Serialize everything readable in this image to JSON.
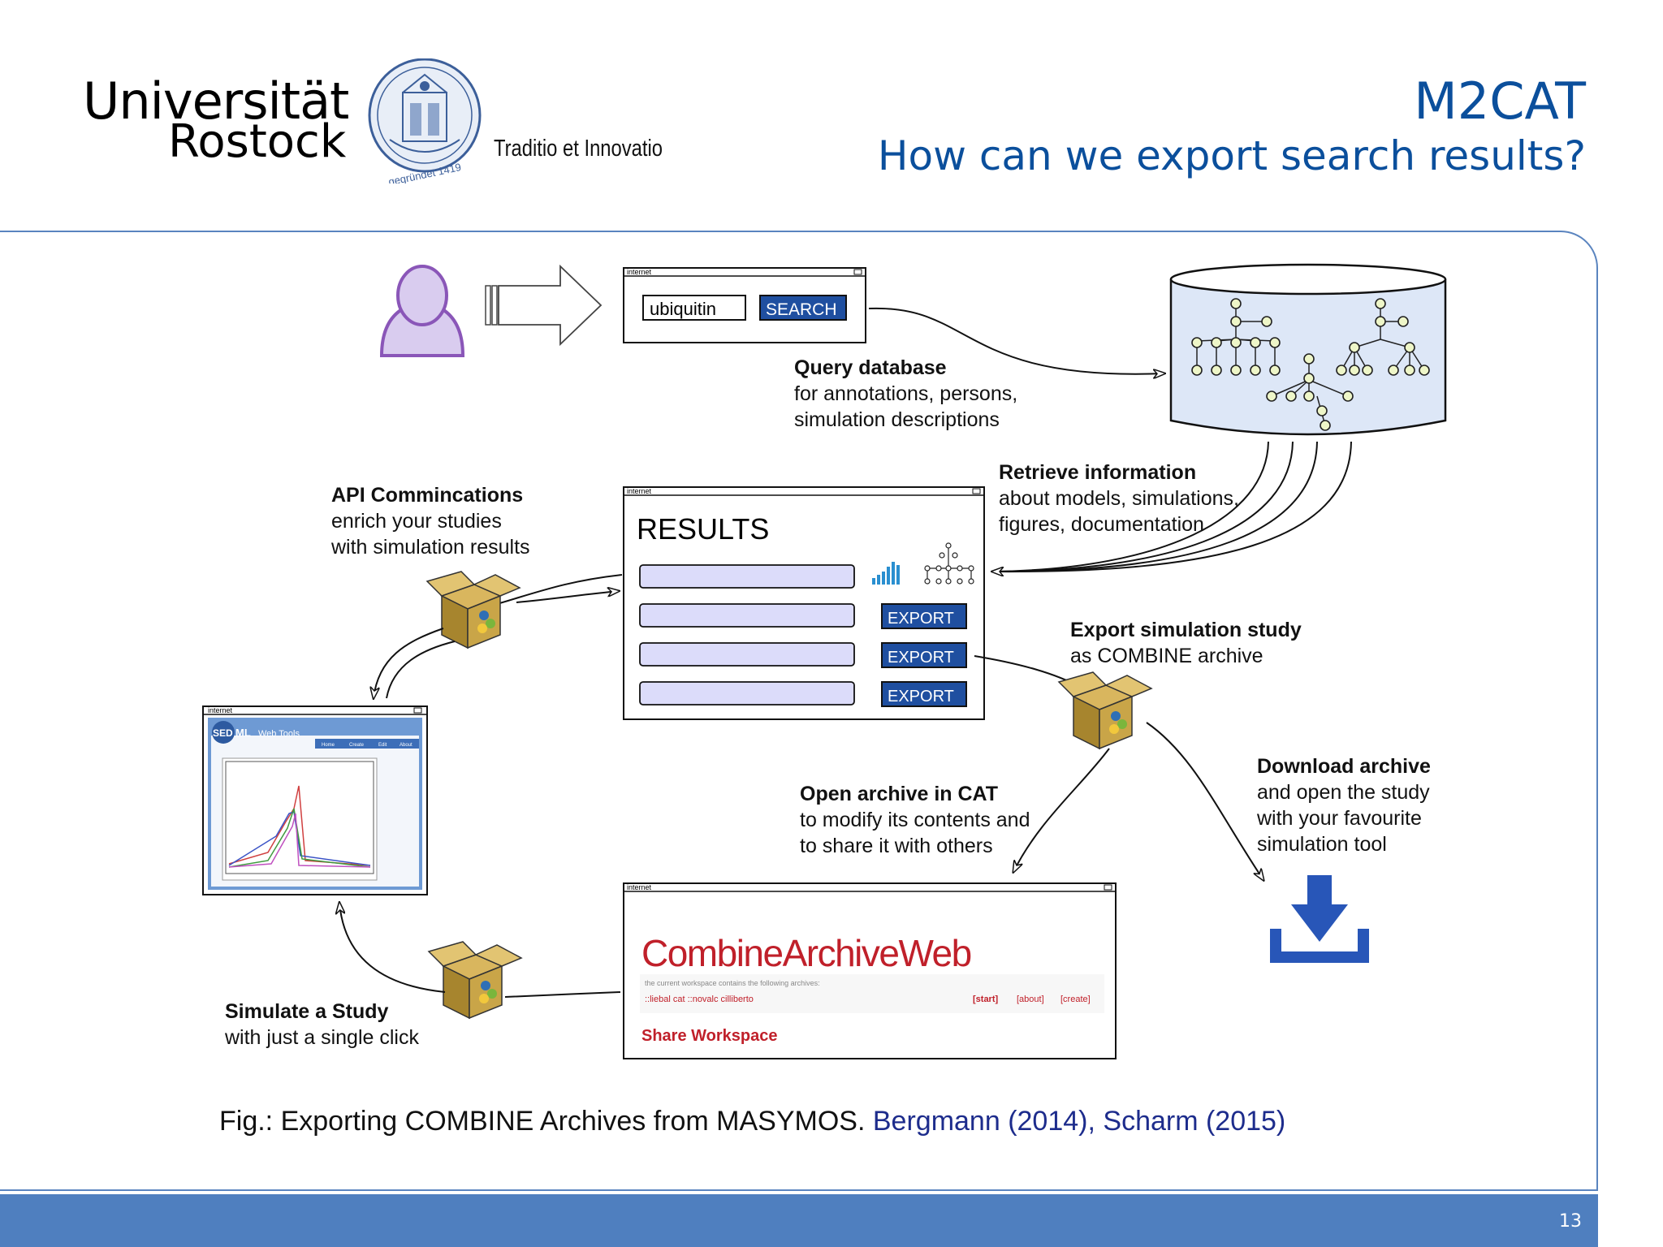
{
  "header": {
    "university_line1": "Universität",
    "university_line2": "Rostock",
    "motto": "Traditio et Innovatio",
    "seal_text": "gegründet 1419",
    "title": "M2CAT",
    "subtitle": "How can we export search results?"
  },
  "browser_label": "internet",
  "search": {
    "query": "ubiquitin",
    "button": "SEARCH"
  },
  "results": {
    "heading": "RESULTS",
    "export_buttons": [
      "EXPORT",
      "EXPORT",
      "EXPORT"
    ]
  },
  "sedml": {
    "logo_sed": "SED",
    "logo_ml": "ML",
    "logo_rest": "Web Tools",
    "nav": [
      "Home",
      "Create",
      "Edit",
      "About"
    ]
  },
  "cat": {
    "title": "CombineArchiveWeb",
    "info": "the current workspace contains the following archives:",
    "archives": "::liebal cat    ::novalc cilliberto",
    "links": [
      "[start]",
      "[about]",
      "[create]"
    ],
    "share": "Share Workspace"
  },
  "labels": {
    "query_title": "Query database",
    "query_l1": "for annotations, persons,",
    "query_l2": "simulation descriptions",
    "retrieve_title": "Retrieve information",
    "retrieve_l1": "about models, simulations,",
    "retrieve_l2": "figures, documentation",
    "api_title": "API Commincations",
    "api_l1": "enrich your studies",
    "api_l2": "with simulation results",
    "export_title": "Export simulation study",
    "export_l1": "as COMBINE archive",
    "download_title": "Download archive",
    "download_l1": "and open the study",
    "download_l2": "with your favourite",
    "download_l3": "simulation tool",
    "open_title": "Open archive in CAT",
    "open_l1": "to modify its contents and",
    "open_l2": "to share it with others",
    "simulate_title": "Simulate a Study",
    "simulate_l1": "with just a single click"
  },
  "caption": {
    "text": "Fig.: Exporting COMBINE Archives from MASYMOS. ",
    "ref1": "Bergmann (2014)",
    "sep": ", ",
    "ref2": "Scharm (2015)"
  },
  "page_number": "13",
  "colors": {
    "title_blue": "#0b4f9c",
    "footer_blue": "#4f7fbf",
    "button_blue": "#1f4fa0",
    "cat_red": "#c0202a",
    "field_fill": "#dcdcfa"
  }
}
